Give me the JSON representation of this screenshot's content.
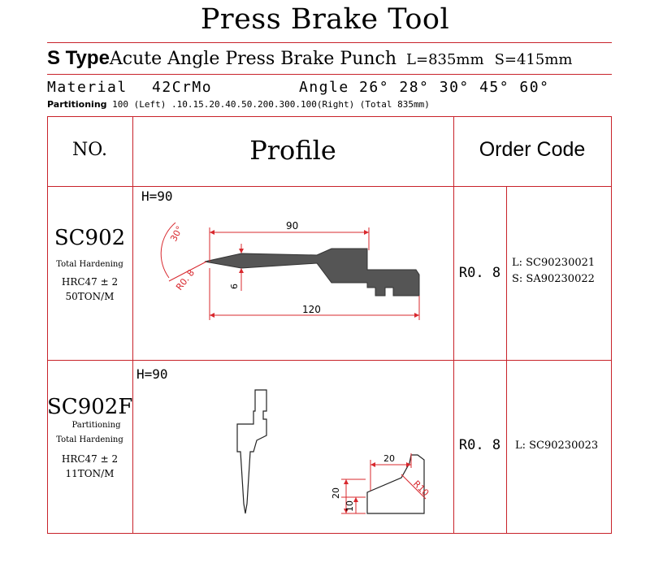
{
  "title": "Press Brake Tool",
  "subtitle": {
    "type_letter": "S Type",
    "name": "Acute Angle Press Brake Punch",
    "length": "L=835mm",
    "short": "S=415mm"
  },
  "material": {
    "label": "Material",
    "value": "42CrMo",
    "angle_label": "Angle",
    "angles": "26° 28° 30° 45° 60°"
  },
  "partitioning": {
    "label": "Partitioning",
    "value": "100 (Left) .10.15.20.40.50.200.300.100(Right) (Total 835mm)"
  },
  "table": {
    "headers": {
      "no": "NO.",
      "profile": "Profile",
      "order_code": "Order Code"
    },
    "rows": [
      {
        "code": "SC902",
        "h": "H=90",
        "notes": [
          "Total Hardening",
          "HRC47 ± 2",
          "50TON/M"
        ],
        "radius": "R0. 8",
        "order_codes": [
          "L: SC90230021",
          "S: SA90230022"
        ],
        "dims": {
          "angle": "30°",
          "length": "90",
          "total": "120",
          "thick": "6",
          "r": "R0. 8"
        }
      },
      {
        "code": "SC902F",
        "h": "H=90",
        "notes": [
          "Partitioning",
          "Total Hardening",
          "HRC47 ± 2",
          "11TON/M"
        ],
        "radius": "R0. 8",
        "order_codes": [
          "L: SC90230023"
        ],
        "dims": {
          "w": "20",
          "h1": "20",
          "h2": "10",
          "r": "R10"
        }
      }
    ]
  },
  "colors": {
    "rule": "#c8222a",
    "tool": "#555555",
    "dim": "#d8282e"
  }
}
